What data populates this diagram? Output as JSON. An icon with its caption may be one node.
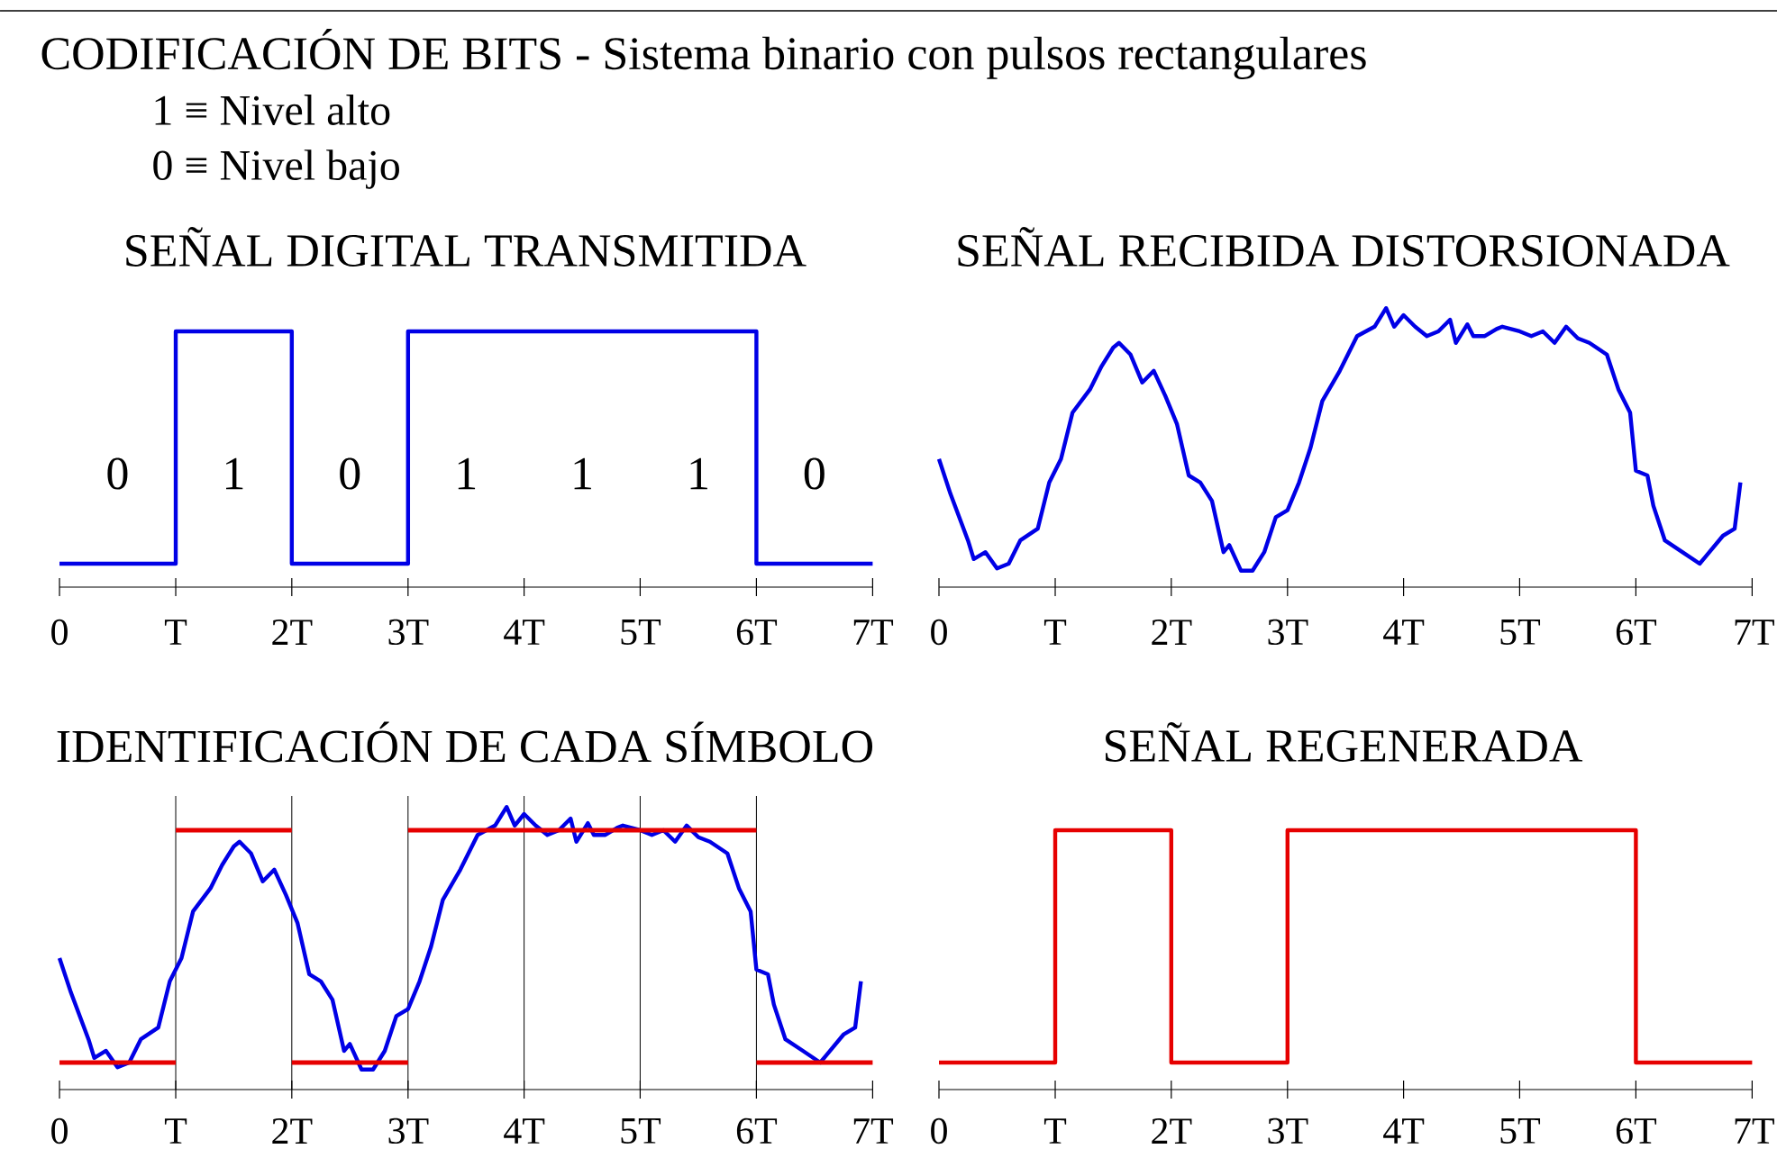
{
  "diagram": {
    "title": "CODIFICACIÓN DE BITS - Sistema binario con pulsos rectangulares",
    "labels": [
      "1 ≡ Nivel alto",
      "0 ≡ Nivel bajo",
      "SEÑAL DIGITAL TRANSMITIDA",
      "SEÑAL RECIBIDA DISTORSIONADA",
      "0",
      "1",
      "0",
      "1",
      "1",
      "1",
      "0",
      "0",
      "T",
      "2T",
      "3T",
      "4T",
      "5T",
      "6T",
      "7T",
      "0",
      "T",
      "2T",
      "3T",
      "4T",
      "5T",
      "6T",
      "7T",
      "IDENTIFICACIÓN DE CADA SÍMBOLO",
      "SEÑAL REGENERADA",
      "0",
      "T",
      "2T",
      "3T",
      "4T",
      "5T",
      "6T",
      "7T",
      "0",
      "T",
      "2T",
      "3T",
      "4T",
      "5T",
      "6T",
      "7T"
    ]
  }
}
